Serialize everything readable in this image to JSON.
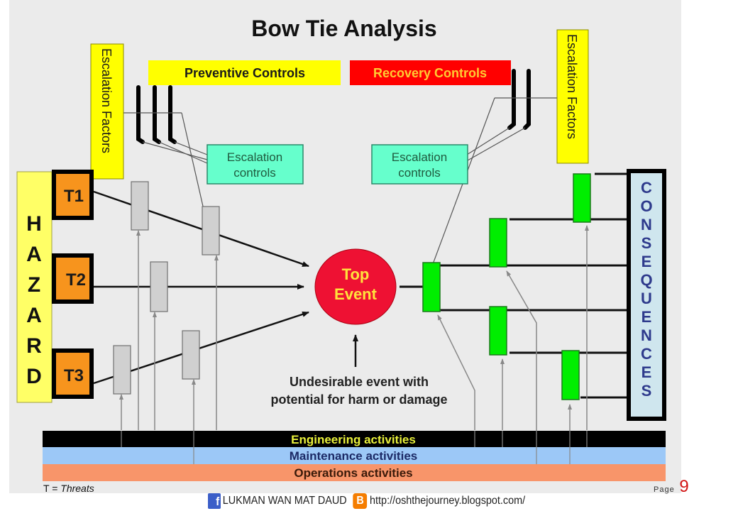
{
  "title": "Bow Tie Analysis",
  "headers": {
    "preventive": "Preventive Controls",
    "recovery": "Recovery Controls"
  },
  "escalation_factors": {
    "left": "Escalation Factors",
    "right": "Escalation Factors"
  },
  "escalation_controls": {
    "left": [
      "Escalation",
      "controls"
    ],
    "right": [
      "Escalation",
      "controls"
    ]
  },
  "hazard": {
    "label": "HAZARD",
    "letters": [
      "H",
      "A",
      "Z",
      "A",
      "R",
      "D"
    ]
  },
  "threats": [
    {
      "label": "T1"
    },
    {
      "label": "T2"
    },
    {
      "label": "T3"
    }
  ],
  "top_event": {
    "line1": "Top",
    "line2": "Event"
  },
  "undesirable_note": {
    "line1": "Undesirable event with",
    "line2": "potential for harm or damage"
  },
  "consequences": {
    "label": "CONSEQUENCES",
    "letters": [
      "C",
      "O",
      "N",
      "S",
      "E",
      "Q",
      "U",
      "E",
      "N",
      "C",
      "E",
      "S"
    ]
  },
  "activities": [
    {
      "label": "Engineering activities",
      "bg": "#000000",
      "fg": "#e8f03a"
    },
    {
      "label": "Maintenance activities",
      "bg": "#9cc8f7",
      "fg": "#1c2a66"
    },
    {
      "label": "Operations activities",
      "bg": "#f8956a",
      "fg": "#3a1a0a"
    }
  ],
  "legend": {
    "prefix": "T = ",
    "term": "Threats"
  },
  "footer": {
    "facebook_icon": "f",
    "author": "LUKMAN WAN MAT DAUD",
    "blogger_icon": "B",
    "url": "http://oshthejourney.blogspot.com/"
  },
  "page": {
    "label": "Page",
    "number": "9"
  },
  "colors": {
    "background": "#ebebeb",
    "yellow": "#ffff00",
    "red_header": "#ff0000",
    "orange_threat": "#f7941d",
    "teal_controls": "#66ffcc",
    "green_barrier": "#00ee00",
    "gray_barrier": "#d0d0d0",
    "top_event": "#ee1133",
    "consequence_box": "#cfe6ee"
  }
}
